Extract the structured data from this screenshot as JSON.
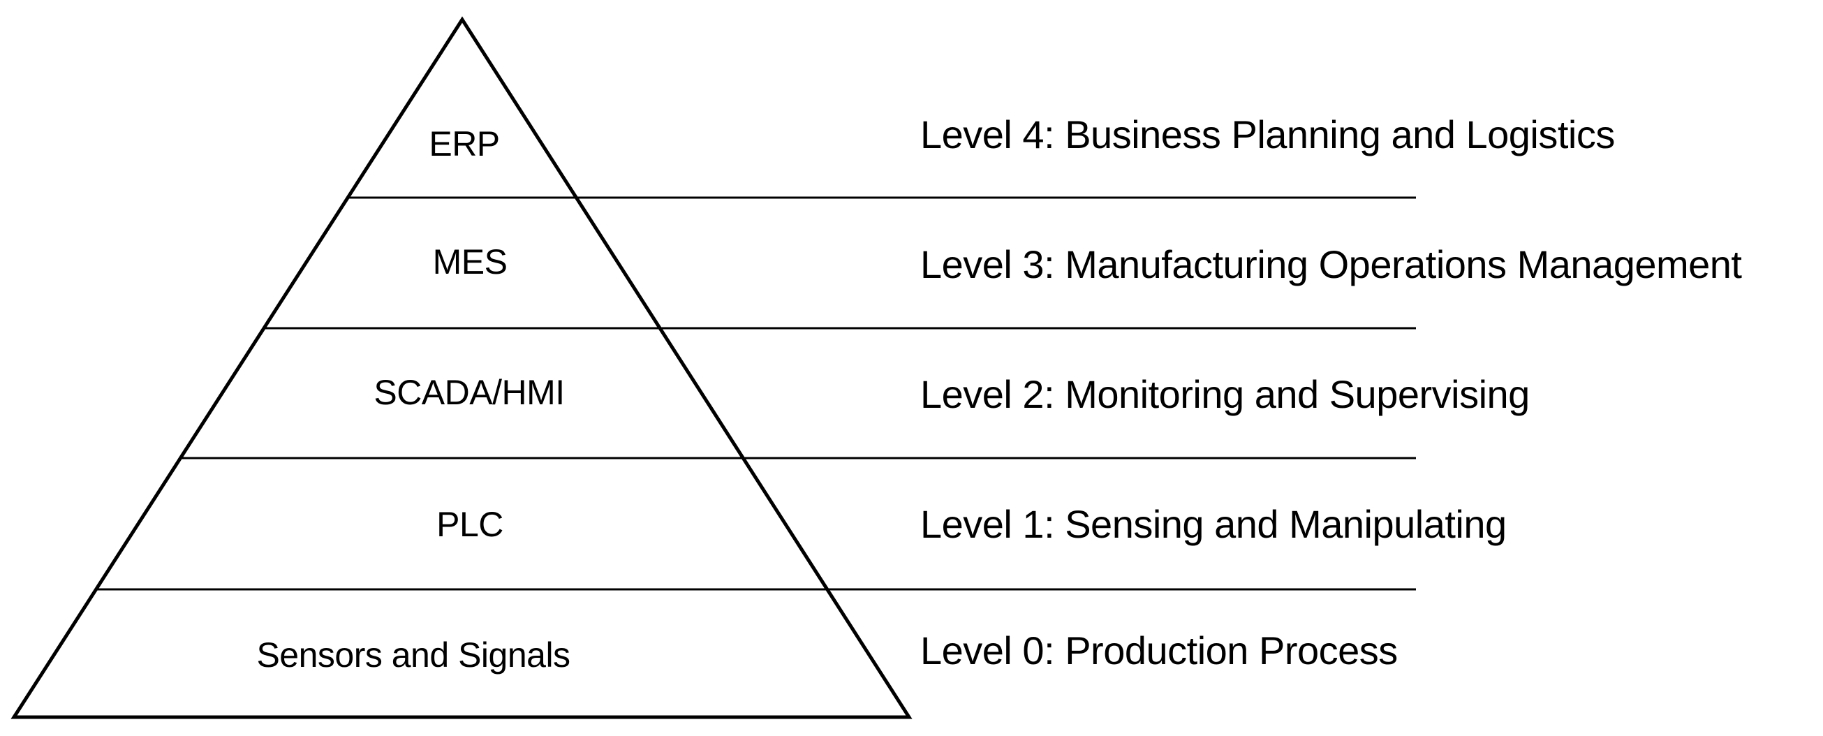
{
  "diagram": {
    "type": "pyramid",
    "colors": {
      "background": "#ffffff",
      "stroke": "#000000",
      "text": "#000000"
    },
    "tiers": [
      {
        "name": "ERP",
        "level_label": "Level 4: Business Planning and Logistics"
      },
      {
        "name": "MES",
        "level_label": "Level 3: Manufacturing Operations Management"
      },
      {
        "name": "SCADA/HMI",
        "level_label": "Level 2: Monitoring and Supervising"
      },
      {
        "name": "PLC",
        "level_label": "Level 1: Sensing and Manipulating"
      },
      {
        "name": "Sensors and Signals",
        "level_label": "Level 0: Production Process"
      }
    ]
  }
}
